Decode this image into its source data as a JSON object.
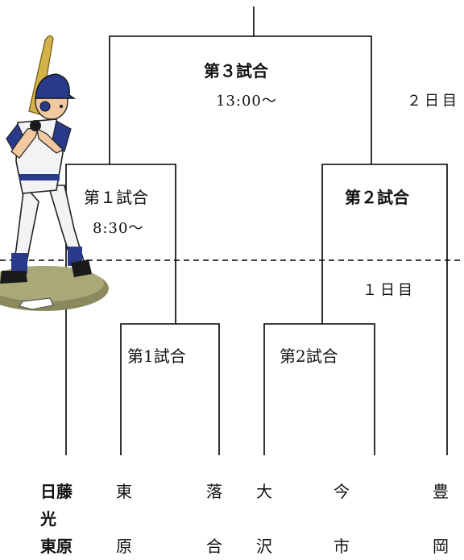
{
  "final": {
    "label": "第３試合",
    "time": "13:00～",
    "day": "２日目"
  },
  "semi_left": {
    "label": "第１試合",
    "time": "8:30～"
  },
  "semi_right": {
    "label": "第２試合"
  },
  "day1": "１日目",
  "round1_left": {
    "label": "第1試合"
  },
  "round1_right": {
    "label": "第2試合"
  },
  "teams": {
    "t1_line1": "日藤",
    "t1_line2": "光",
    "t1_line3": "東原",
    "t2_top": "東",
    "t2_bottom": "原",
    "t3_top": "落",
    "t3_bottom": "合",
    "t4_top": "大",
    "t4_bottom": "沢",
    "t5_top": "今",
    "t5_bottom": "市",
    "t6_top": "豊",
    "t6_bottom": "岡"
  },
  "illustration": {
    "icon": "baseball-batter-icon"
  }
}
